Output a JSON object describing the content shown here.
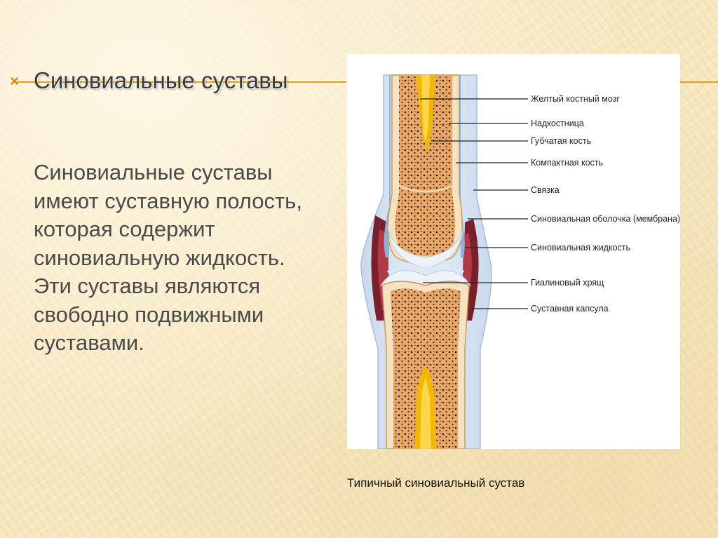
{
  "slide": {
    "title": "Синовиальные суставы",
    "body": "Синовиальные суставы имеют суставную полость, которая содержит синовиальную жидкость. Эти суставы являются свободно подвижными суставами.",
    "bullet_icon": "bullet-x-icon",
    "accent_color": "#e6a11c"
  },
  "figure": {
    "labels": [
      "Желтый костный мозг",
      "Надкостница",
      "Губчатая кость",
      "Компактная кость",
      "Связка",
      "Синовиальная оболочка (мембрана)",
      "Синовиальная жидкость",
      "Гиалиновый хрящ",
      "Суставная капсула"
    ],
    "caption": "Типичный синовиальный сустав"
  }
}
